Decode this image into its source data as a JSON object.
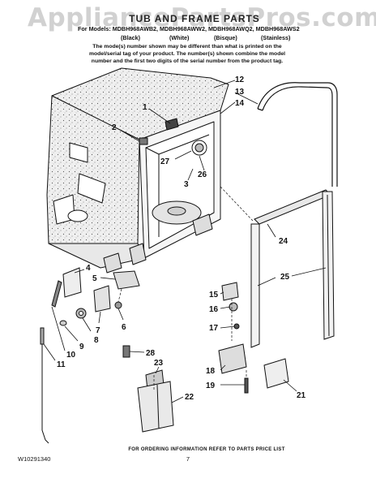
{
  "watermark": "AppliancePartsPros.com",
  "header": {
    "title": "TUB AND FRAME PARTS",
    "models": "For Models: MDBH968AWB2, MDBH968AWW2, MDBH968AWQ2, MDBH968AWS2",
    "colors": [
      "(Black)",
      "(White)",
      "(Bisque)",
      "(Stainless)"
    ],
    "note_lines": [
      "The mode(s) number shown may be different than what is printed on the",
      "model/serial tag of your product. The number(s) shown combine the model",
      "number and the first two digits of the serial number from the product tag."
    ]
  },
  "callouts": [
    "1",
    "2",
    "3",
    "4",
    "5",
    "6",
    "7",
    "8",
    "9",
    "10",
    "11",
    "12",
    "13",
    "14",
    "15",
    "16",
    "17",
    "18",
    "19",
    "21",
    "22",
    "23",
    "24",
    "25",
    "26",
    "27",
    "28"
  ],
  "footer": {
    "ordering": "FOR ORDERING INFORMATION REFER TO PARTS PRICE LIST",
    "code": "W10291340",
    "page": "7"
  }
}
